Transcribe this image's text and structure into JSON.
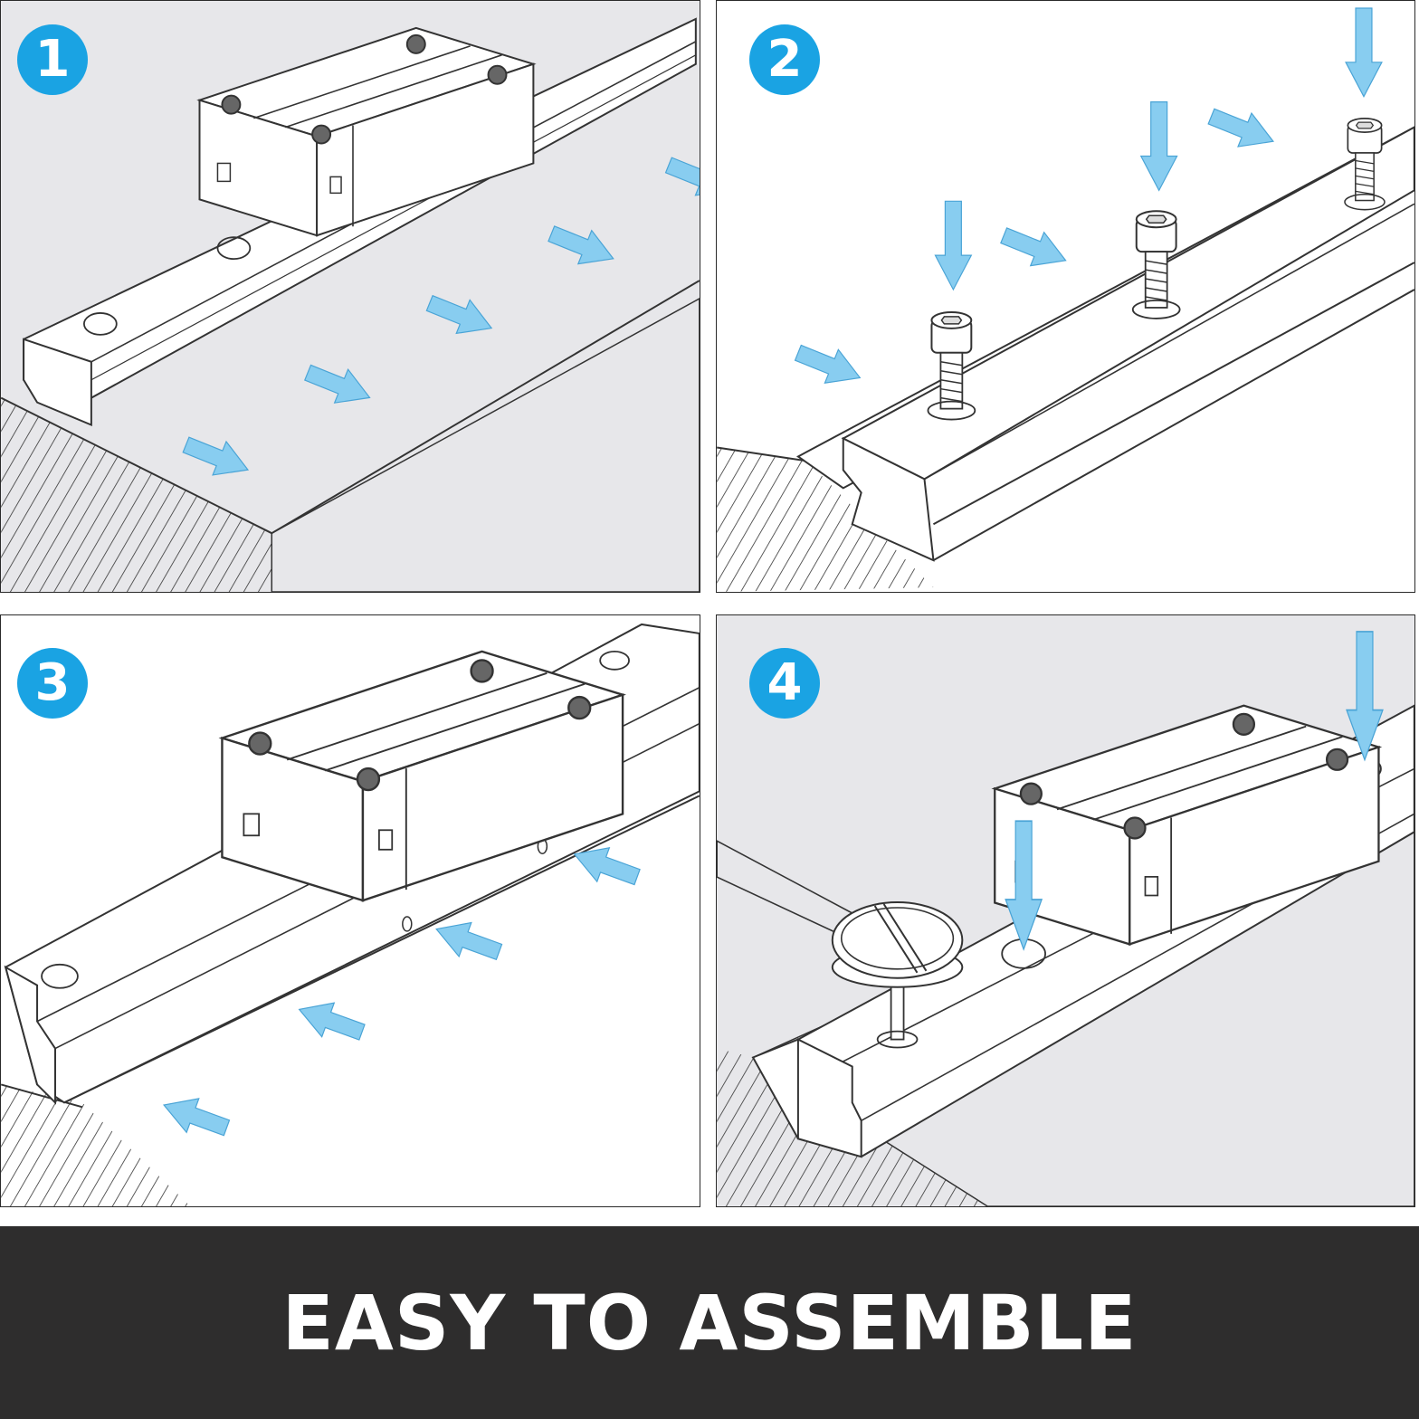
{
  "steps": [
    {
      "number": "1"
    },
    {
      "number": "2"
    },
    {
      "number": "3"
    },
    {
      "number": "4"
    }
  ],
  "footer": {
    "title": "EASY TO ASSEMBLE"
  },
  "colors": {
    "badge": "#1aa3e3",
    "arrow": "#88cdf0",
    "panel_bg_gray": "#e7e7ea",
    "footer_bg": "#2e2d2d"
  },
  "icons": [
    "arrow-icon",
    "bolt-icon",
    "rail-icon",
    "carriage-block-icon",
    "hex-key-icon"
  ]
}
